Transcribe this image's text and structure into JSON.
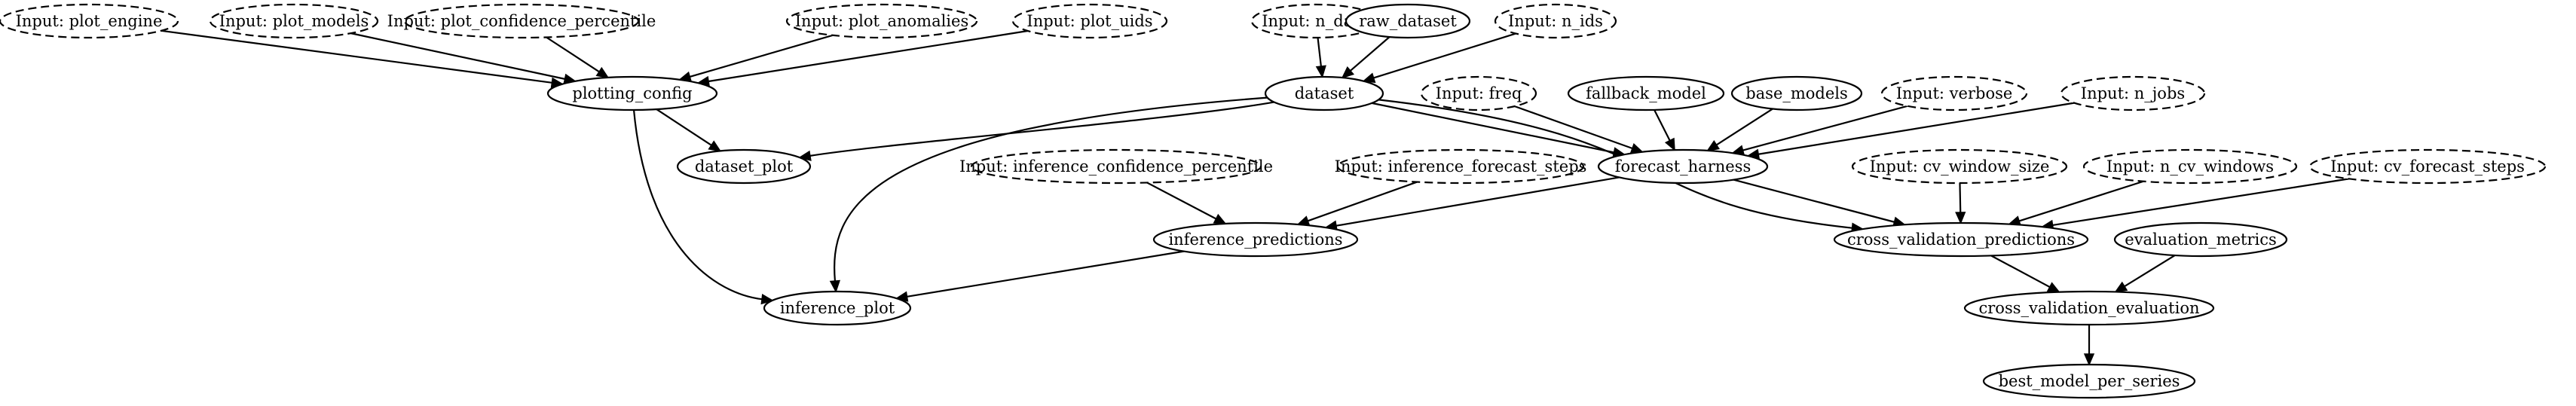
{
  "graph": {
    "nodes": [
      {
        "id": "plot_engine",
        "label": "Input: plot_engine",
        "kind": "input"
      },
      {
        "id": "plot_models",
        "label": "Input: plot_models",
        "kind": "input"
      },
      {
        "id": "plot_confidence_percentile",
        "label": "Input: plot_confidence_percentile",
        "kind": "input"
      },
      {
        "id": "plot_anomalies",
        "label": "Input: plot_anomalies",
        "kind": "input"
      },
      {
        "id": "plot_uids",
        "label": "Input: plot_uids",
        "kind": "input"
      },
      {
        "id": "n_days",
        "label": "Input: n_days",
        "kind": "input"
      },
      {
        "id": "raw_dataset",
        "label": "raw_dataset",
        "kind": "function"
      },
      {
        "id": "n_ids",
        "label": "Input: n_ids",
        "kind": "input"
      },
      {
        "id": "plotting_config",
        "label": "plotting_config",
        "kind": "function"
      },
      {
        "id": "dataset",
        "label": "dataset",
        "kind": "function"
      },
      {
        "id": "freq",
        "label": "Input: freq",
        "kind": "input"
      },
      {
        "id": "fallback_model",
        "label": "fallback_model",
        "kind": "function"
      },
      {
        "id": "base_models",
        "label": "base_models",
        "kind": "function"
      },
      {
        "id": "verbose",
        "label": "Input: verbose",
        "kind": "input"
      },
      {
        "id": "n_jobs",
        "label": "Input: n_jobs",
        "kind": "input"
      },
      {
        "id": "dataset_plot",
        "label": "dataset_plot",
        "kind": "function"
      },
      {
        "id": "inference_confidence_percentile",
        "label": "Input: inference_confidence_percentile",
        "kind": "input"
      },
      {
        "id": "inference_forecast_steps",
        "label": "Input: inference_forecast_steps",
        "kind": "input"
      },
      {
        "id": "forecast_harness",
        "label": "forecast_harness",
        "kind": "function"
      },
      {
        "id": "cv_window_size",
        "label": "Input: cv_window_size",
        "kind": "input"
      },
      {
        "id": "n_cv_windows",
        "label": "Input: n_cv_windows",
        "kind": "input"
      },
      {
        "id": "cv_forecast_steps",
        "label": "Input: cv_forecast_steps",
        "kind": "input"
      },
      {
        "id": "inference_predictions",
        "label": "inference_predictions",
        "kind": "function"
      },
      {
        "id": "cross_validation_predictions",
        "label": "cross_validation_predictions",
        "kind": "function"
      },
      {
        "id": "evaluation_metrics",
        "label": "evaluation_metrics",
        "kind": "function"
      },
      {
        "id": "inference_plot",
        "label": "inference_plot",
        "kind": "function"
      },
      {
        "id": "cross_validation_evaluation",
        "label": "cross_validation_evaluation",
        "kind": "function"
      },
      {
        "id": "best_model_per_series",
        "label": "best_model_per_series",
        "kind": "function"
      }
    ],
    "edges": [
      {
        "from": "plot_engine",
        "to": "plotting_config"
      },
      {
        "from": "plot_models",
        "to": "plotting_config"
      },
      {
        "from": "plot_confidence_percentile",
        "to": "plotting_config"
      },
      {
        "from": "plot_anomalies",
        "to": "plotting_config"
      },
      {
        "from": "plot_uids",
        "to": "plotting_config"
      },
      {
        "from": "n_days",
        "to": "dataset"
      },
      {
        "from": "raw_dataset",
        "to": "dataset"
      },
      {
        "from": "n_ids",
        "to": "dataset"
      },
      {
        "from": "plotting_config",
        "to": "dataset_plot"
      },
      {
        "from": "plotting_config",
        "to": "inference_plot"
      },
      {
        "from": "dataset",
        "to": "dataset_plot"
      },
      {
        "from": "dataset",
        "to": "inference_plot"
      },
      {
        "from": "dataset",
        "to": "forecast_harness"
      },
      {
        "from": "dataset",
        "to": "cross_validation_predictions"
      },
      {
        "from": "freq",
        "to": "forecast_harness"
      },
      {
        "from": "fallback_model",
        "to": "forecast_harness"
      },
      {
        "from": "base_models",
        "to": "forecast_harness"
      },
      {
        "from": "verbose",
        "to": "forecast_harness"
      },
      {
        "from": "n_jobs",
        "to": "forecast_harness"
      },
      {
        "from": "inference_confidence_percentile",
        "to": "inference_predictions"
      },
      {
        "from": "inference_forecast_steps",
        "to": "inference_predictions"
      },
      {
        "from": "forecast_harness",
        "to": "inference_predictions"
      },
      {
        "from": "forecast_harness",
        "to": "cross_validation_predictions"
      },
      {
        "from": "cv_window_size",
        "to": "cross_validation_predictions"
      },
      {
        "from": "n_cv_windows",
        "to": "cross_validation_predictions"
      },
      {
        "from": "cv_forecast_steps",
        "to": "cross_validation_predictions"
      },
      {
        "from": "inference_predictions",
        "to": "inference_plot"
      },
      {
        "from": "cross_validation_predictions",
        "to": "cross_validation_evaluation"
      },
      {
        "from": "evaluation_metrics",
        "to": "cross_validation_evaluation"
      },
      {
        "from": "cross_validation_evaluation",
        "to": "best_model_per_series"
      }
    ]
  }
}
